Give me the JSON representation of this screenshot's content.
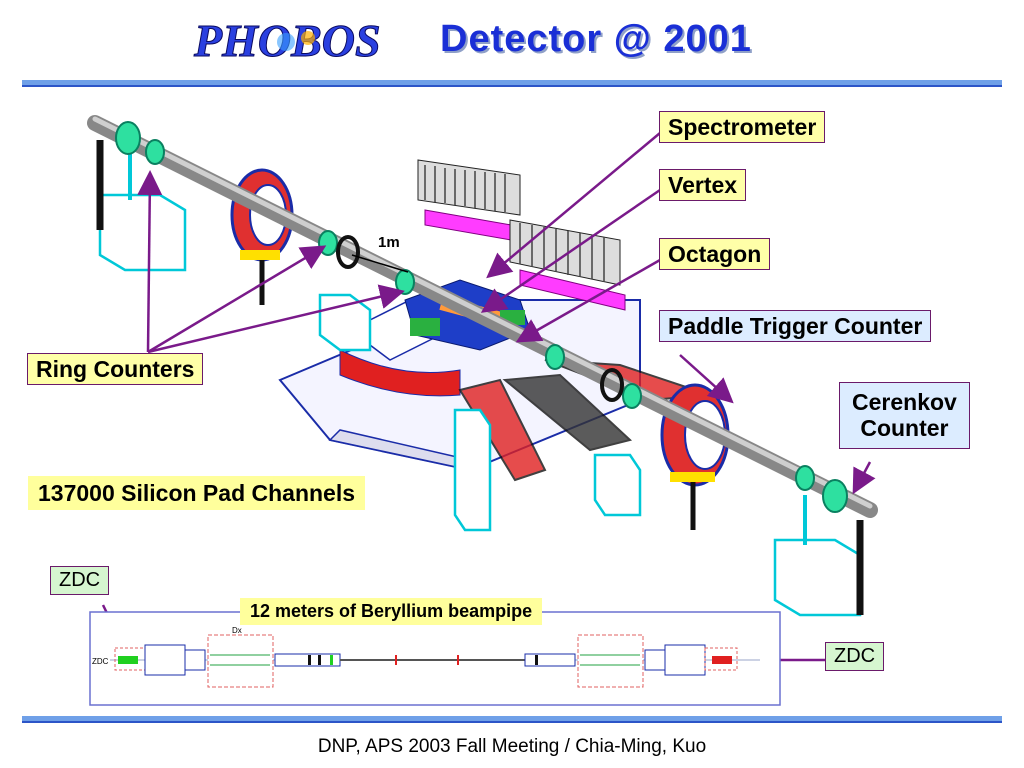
{
  "header": {
    "logo_text": "PHOBOS",
    "title": "Detector @ 2001"
  },
  "labels": {
    "spectrometer": "Spectrometer",
    "vertex": "Vertex",
    "octagon": "Octagon",
    "paddle": "Paddle Trigger Counter",
    "cerenkov_line1": "Cerenkov",
    "cerenkov_line2": "Counter",
    "ring_counters": "Ring Counters",
    "silicon": "137000 Silicon Pad Channels",
    "zdc_left": "ZDC",
    "zdc_right": "ZDC",
    "beampipe": "12 meters of Beryllium beampipe",
    "scale": "1m",
    "inset_zdc": "ZDC",
    "inset_dx": "Dx"
  },
  "footer": {
    "text": "DNP, APS 2003 Fall Meeting / Chia-Ming, Kuo"
  },
  "colors": {
    "title": "#1a2fd6",
    "rule": "#6fa0e8",
    "arrow": "#7a1a8a",
    "callout_yellow": "#ffffa8",
    "callout_blue": "#dcecff",
    "callout_green": "#d6f6d0"
  }
}
